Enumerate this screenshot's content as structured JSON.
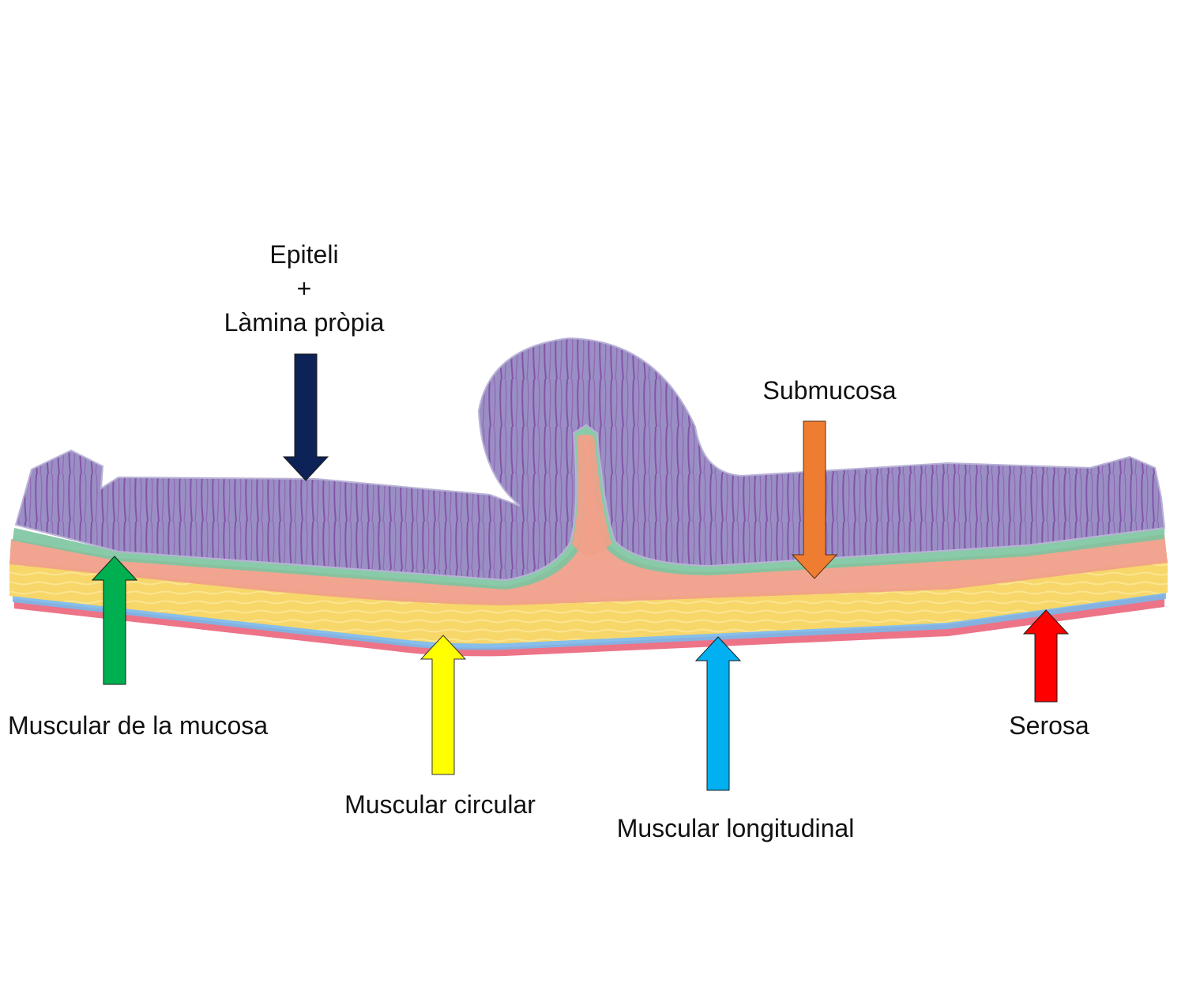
{
  "diagram": {
    "labels": {
      "epiteli_line1": "Epiteli",
      "epiteli_line2": "+",
      "epiteli_line3": "Làmina pròpia",
      "submucosa": "Submucosa",
      "muscular_mucosa": "Muscular de la mucosa",
      "muscular_circular": "Muscular circular",
      "muscular_longitudinal": "Muscular longitudinal",
      "serosa": "Serosa"
    },
    "colors": {
      "epiteli_arrow": "#0d2357",
      "submucosa_arrow": "#ee7d31",
      "muscular_mucosa_arrow": "#00b050",
      "muscular_circular_arrow": "#ffff00",
      "muscular_longitudinal_arrow": "#00b0f0",
      "serosa_arrow": "#ff0000",
      "mucosa_tissue": "#9a8fc4",
      "mucosa_glands": "#7a3f9e",
      "muscularis_mucosae_band": "#7cc4a0",
      "submucosa_band": "#f0a08a",
      "circular_muscle_band": "#f7d66a",
      "longitudinal_muscle_band": "#79b8ea",
      "serosa_band": "#ea5a72"
    }
  }
}
